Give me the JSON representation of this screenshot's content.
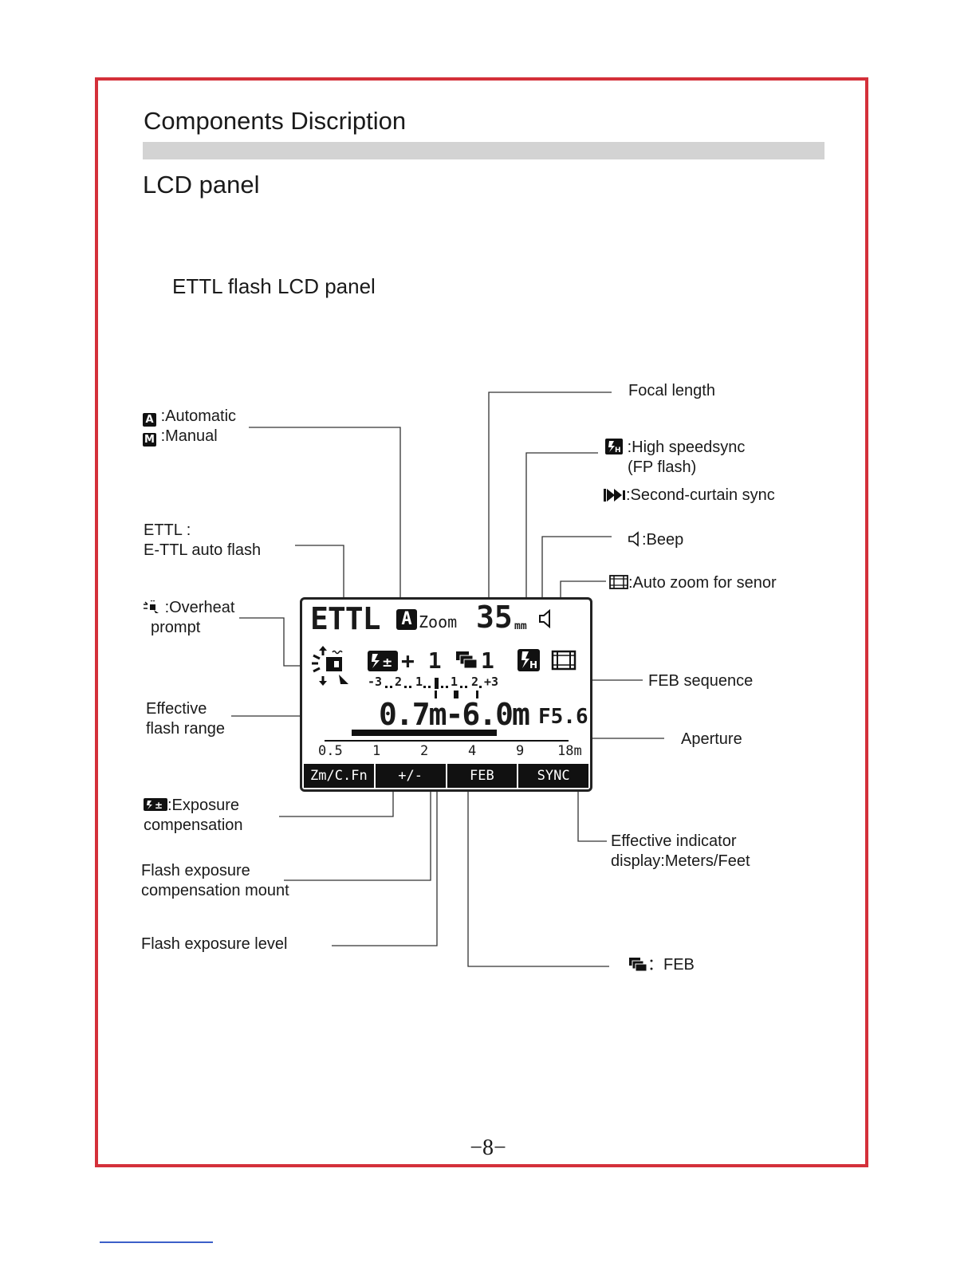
{
  "page": {
    "section_title": "Components Discription",
    "subsection_title": "LCD panel",
    "panel_title": "ETTL flash LCD panel",
    "page_number": "−8−",
    "accent_color": "#d4303a"
  },
  "labels": {
    "automatic_icon": "A",
    "automatic": ":Automatic",
    "manual_icon": "M",
    "manual": ":Manual",
    "ettl_line1": "ETTL  :",
    "ettl_line2": "E-TTL auto flash",
    "overheat_line1": ":Overheat",
    "overheat_line2": "prompt",
    "effective_range_line1": "Effective",
    "effective_range_line2": "flash range",
    "exposure_comp_line1": ":Exposure",
    "exposure_comp_line2": "compensation",
    "fec_mount_line1": "Flash exposure",
    "fec_mount_line2": "compensation mount",
    "flash_level": "Flash exposure level",
    "focal_length": "Focal length",
    "hss_line1": ":High speedsync",
    "hss_line2": "(FP flash)",
    "second_curtain": ":Second-curtain sync",
    "beep": ":Beep",
    "auto_zoom": ":Auto zoom for senor",
    "feb_sequence": "FEB sequence",
    "aperture": "Aperture",
    "effective_indicator_line1": "Effective indicator",
    "effective_indicator_line2": "display:Meters/Feet",
    "feb": "：FEB"
  },
  "lcd": {
    "mode": "ETTL",
    "zoom_icon": "A",
    "zoom_label": "Zoom",
    "focal_value": "35",
    "focal_unit": "mm",
    "fec_value": "+ 1",
    "feb_value": "1",
    "scale": [
      "-3",
      "2",
      "1",
      "1",
      "2",
      "+3"
    ],
    "range_text": "0.7m-6.0m",
    "aperture_value": "F5.6",
    "distance_ticks": [
      "0.5",
      "1",
      "2",
      "4",
      "9",
      "18m"
    ],
    "softkeys": [
      "Zm/C.Fn",
      "+/-",
      "FEB",
      "SYNC"
    ]
  }
}
